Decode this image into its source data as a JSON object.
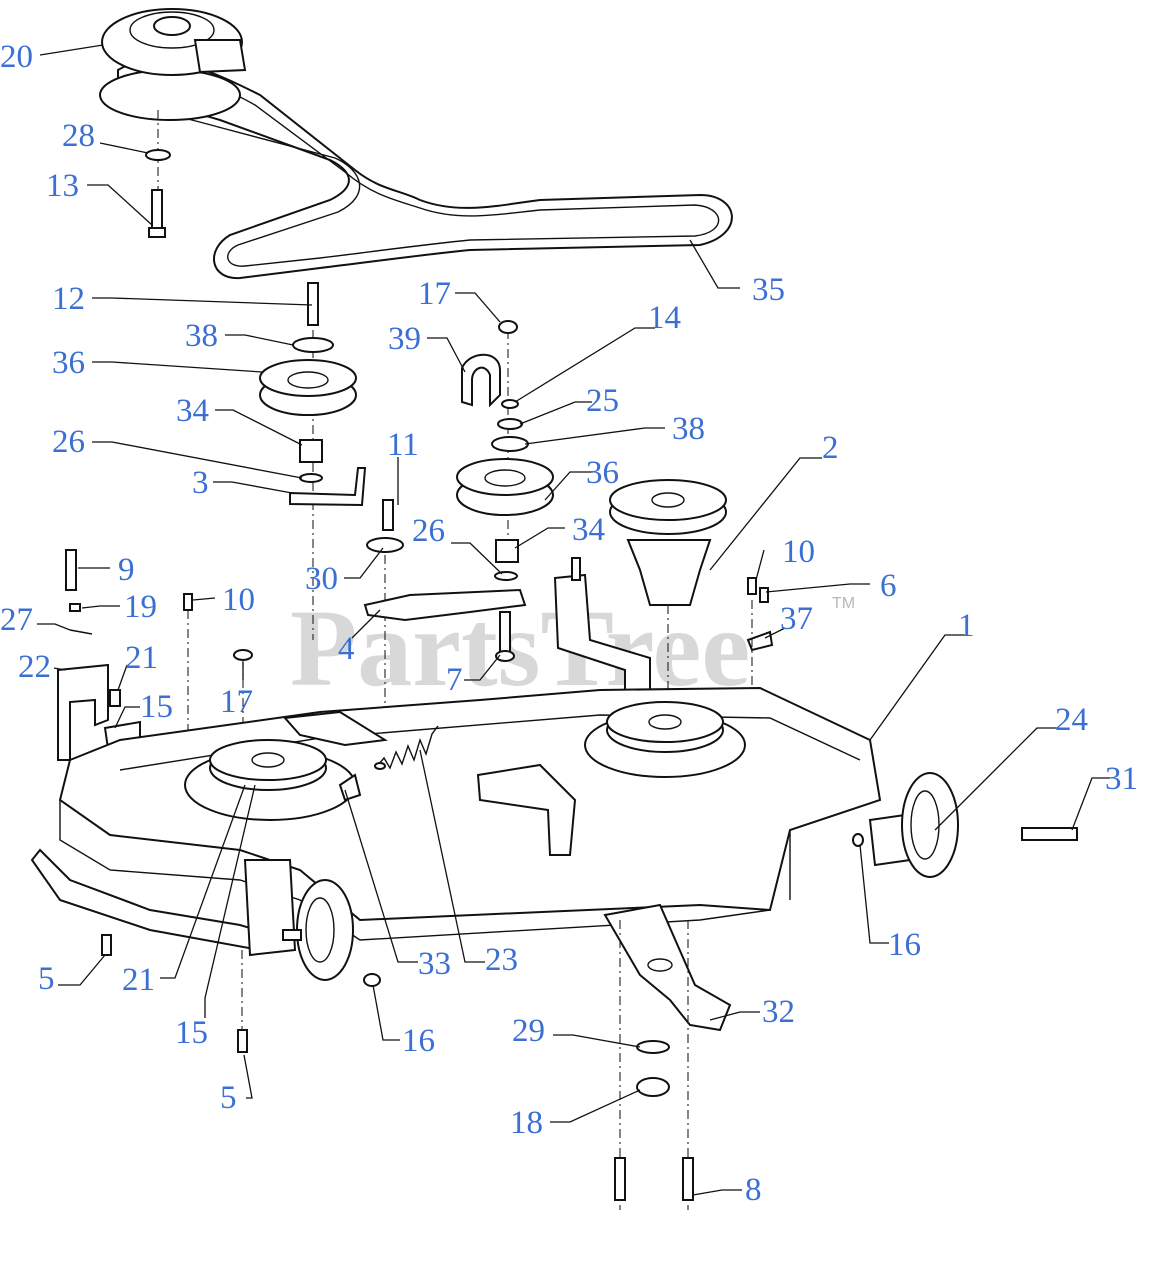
{
  "watermark": {
    "text": "PartsTree",
    "mark": "TM"
  },
  "colors": {
    "callout": "#3b6fd4",
    "line": "#111111",
    "watermark": "#b8b8b8"
  },
  "callouts": [
    {
      "id": "c20",
      "label": "20"
    },
    {
      "id": "c28",
      "label": "28"
    },
    {
      "id": "c13",
      "label": "13"
    },
    {
      "id": "c35",
      "label": "35"
    },
    {
      "id": "c12",
      "label": "12"
    },
    {
      "id": "c38a",
      "label": "38"
    },
    {
      "id": "c36a",
      "label": "36"
    },
    {
      "id": "c34a",
      "label": "34"
    },
    {
      "id": "c26a",
      "label": "26"
    },
    {
      "id": "c3",
      "label": "3"
    },
    {
      "id": "c11",
      "label": "11"
    },
    {
      "id": "c17a",
      "label": "17"
    },
    {
      "id": "c39",
      "label": "39"
    },
    {
      "id": "c14",
      "label": "14"
    },
    {
      "id": "c25",
      "label": "25"
    },
    {
      "id": "c38b",
      "label": "38"
    },
    {
      "id": "c36b",
      "label": "36"
    },
    {
      "id": "c34b",
      "label": "34"
    },
    {
      "id": "c26b",
      "label": "26"
    },
    {
      "id": "c2",
      "label": "2"
    },
    {
      "id": "c10a",
      "label": "10"
    },
    {
      "id": "c6",
      "label": "6"
    },
    {
      "id": "c9",
      "label": "9"
    },
    {
      "id": "c19",
      "label": "19"
    },
    {
      "id": "c27",
      "label": "27"
    },
    {
      "id": "c10b",
      "label": "10"
    },
    {
      "id": "c30",
      "label": "30"
    },
    {
      "id": "c4",
      "label": "4"
    },
    {
      "id": "c37",
      "label": "37"
    },
    {
      "id": "c1",
      "label": "1"
    },
    {
      "id": "c22",
      "label": "22"
    },
    {
      "id": "c21a",
      "label": "21"
    },
    {
      "id": "c15a",
      "label": "15"
    },
    {
      "id": "c17b",
      "label": "17"
    },
    {
      "id": "c7",
      "label": "7"
    },
    {
      "id": "c24",
      "label": "24"
    },
    {
      "id": "c31",
      "label": "31"
    },
    {
      "id": "c16a",
      "label": "16"
    },
    {
      "id": "c5a",
      "label": "5"
    },
    {
      "id": "c21b",
      "label": "21"
    },
    {
      "id": "c33",
      "label": "33"
    },
    {
      "id": "c23",
      "label": "23"
    },
    {
      "id": "c15b",
      "label": "15"
    },
    {
      "id": "c16b",
      "label": "16"
    },
    {
      "id": "c32",
      "label": "32"
    },
    {
      "id": "c29",
      "label": "29"
    },
    {
      "id": "c5b",
      "label": "5"
    },
    {
      "id": "c18",
      "label": "18"
    },
    {
      "id": "c8",
      "label": "8"
    }
  ]
}
